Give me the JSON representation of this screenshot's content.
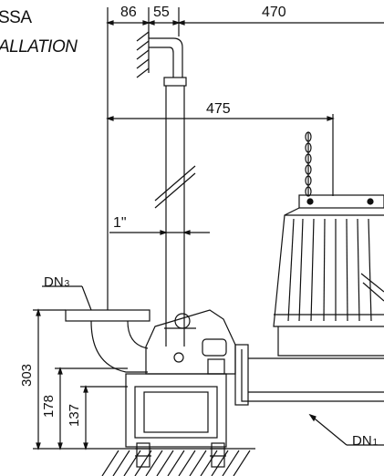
{
  "title": {
    "line1": "SSA",
    "line2": "ALLATION"
  },
  "dimensions": {
    "top_86": "86",
    "top_55": "55",
    "top_470": "470",
    "mid_475": "475",
    "pipe_1in": "1\"",
    "h_303": "303",
    "h_178": "178",
    "h_137": "137"
  },
  "labels": {
    "dn3_main": "DN",
    "dn3_sub": "3",
    "dn1_main": "DN",
    "dn1_sub": "1"
  },
  "colors": {
    "line": "#111111",
    "background": "#ffffff"
  }
}
